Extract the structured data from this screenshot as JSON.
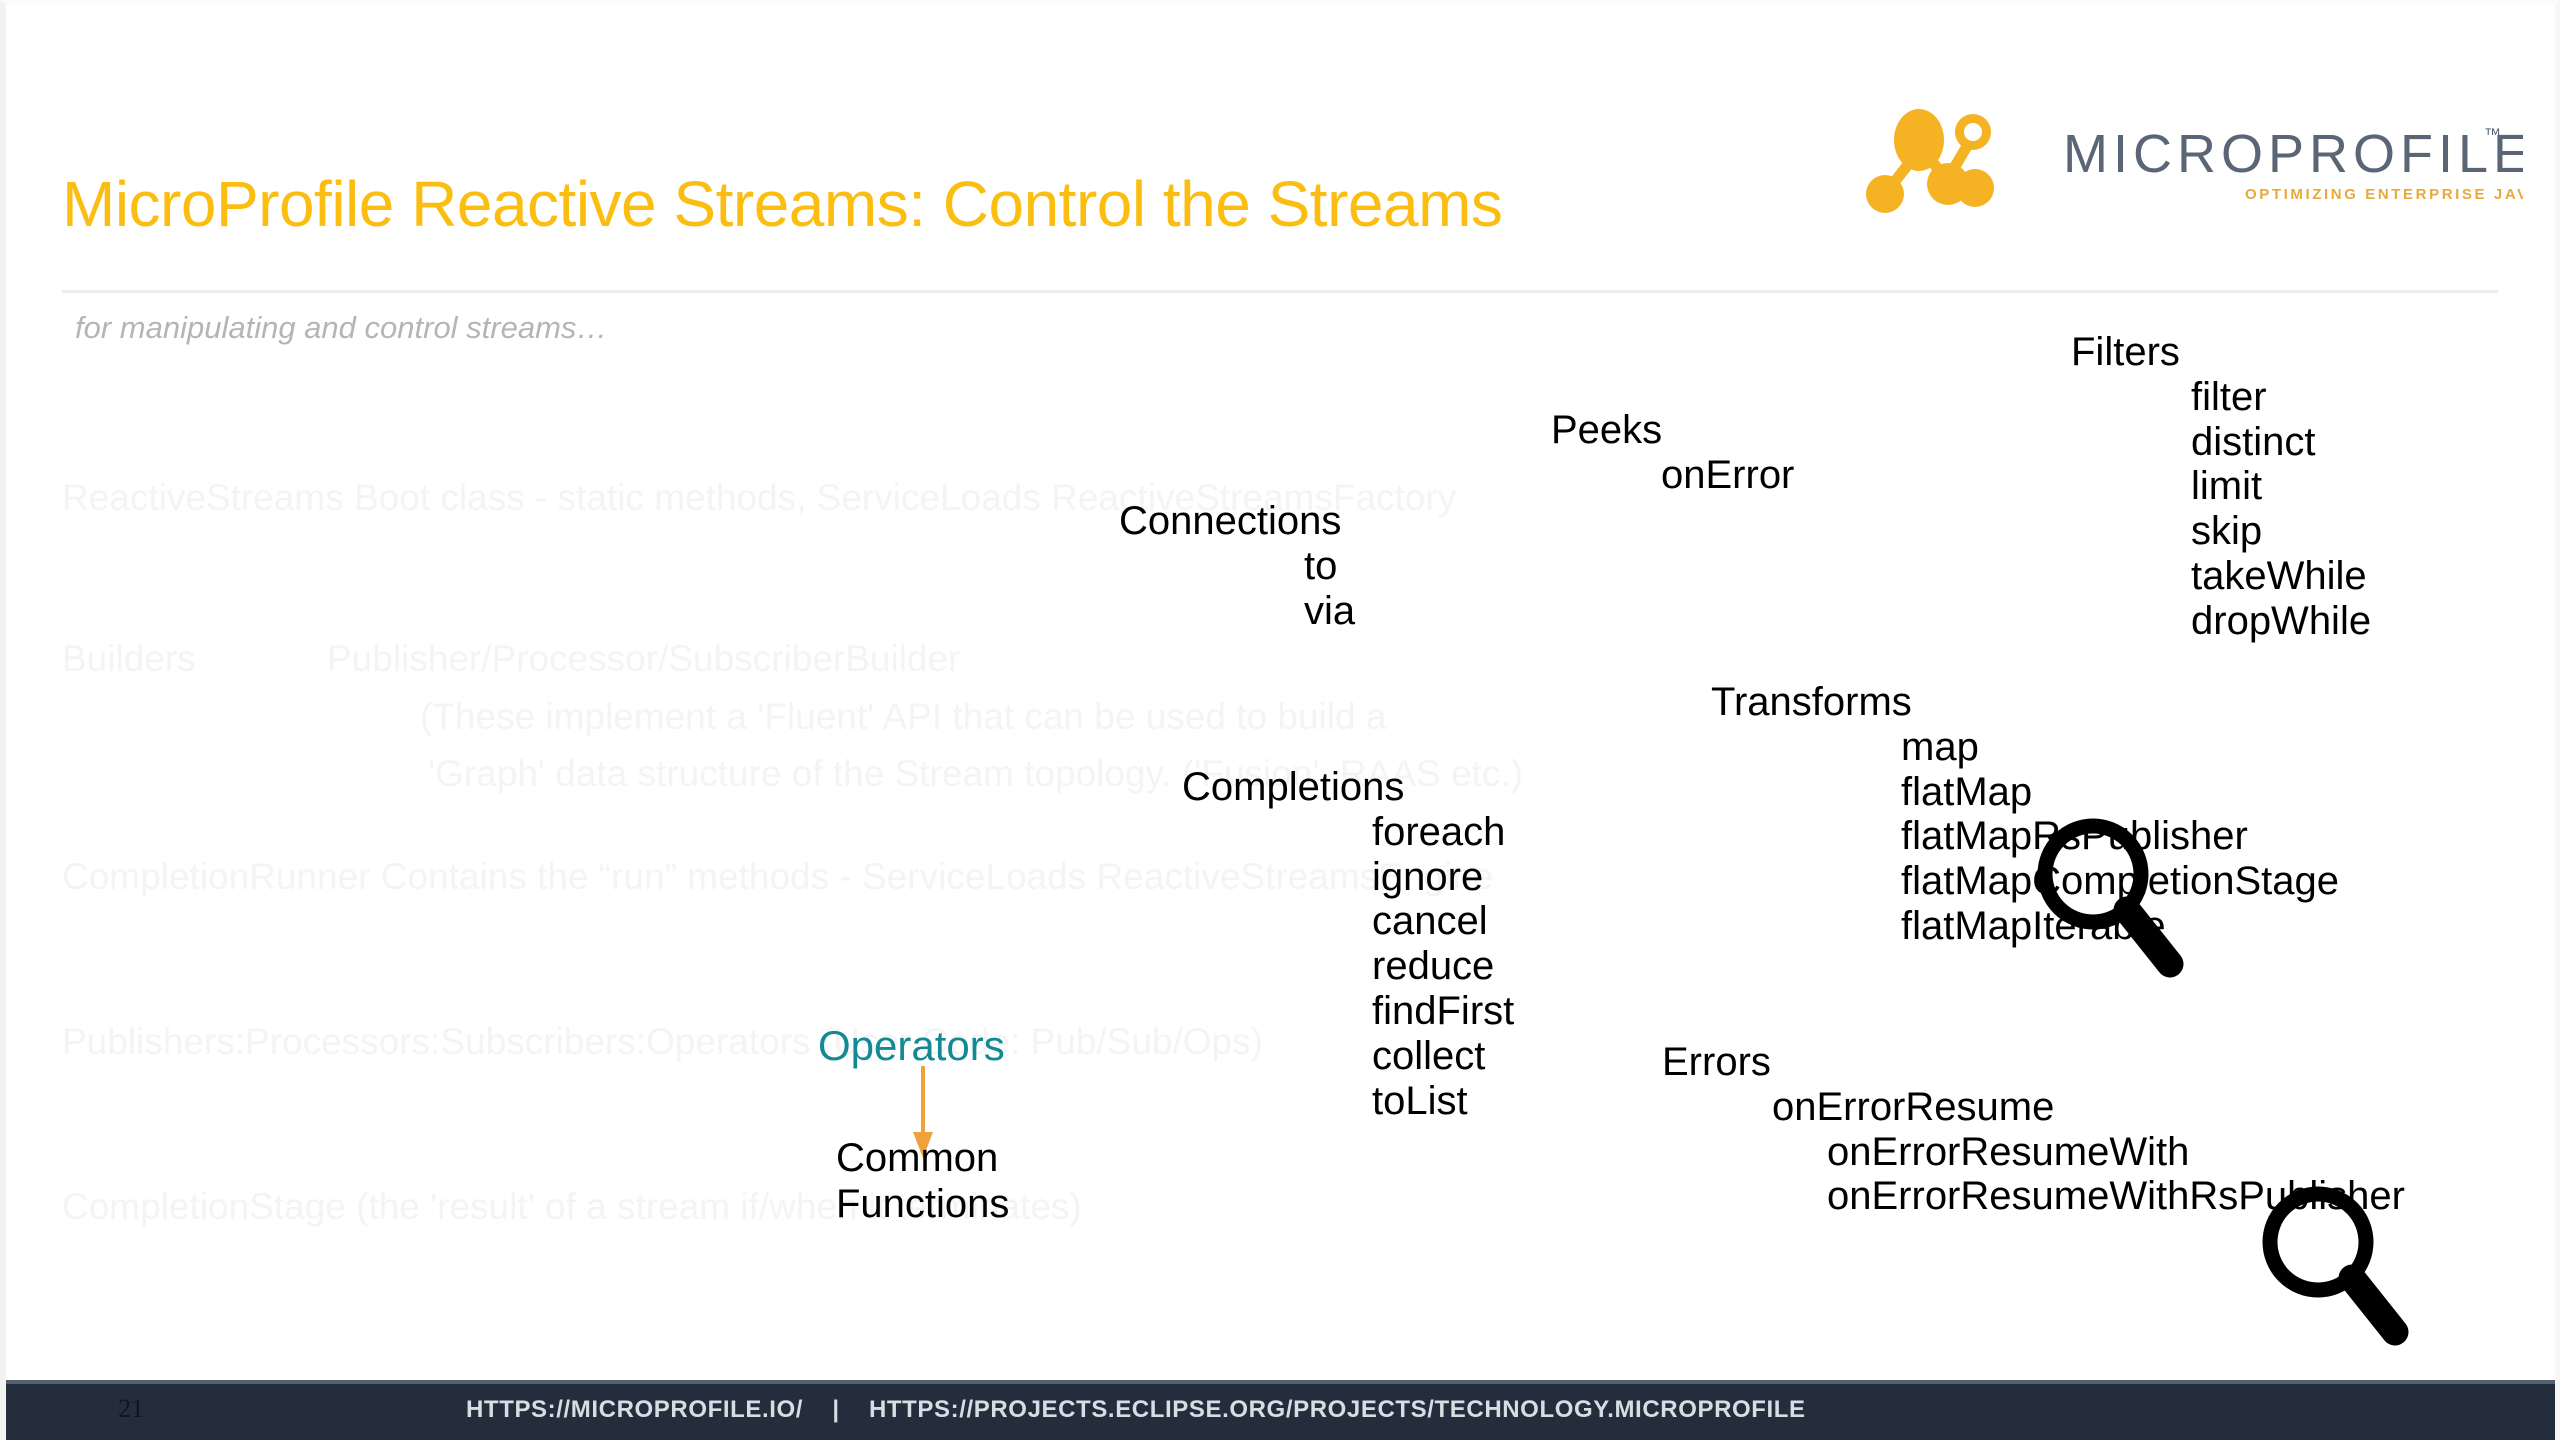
{
  "slide": {
    "title": "MicroProfile Reactive Streams: Control the Streams",
    "subtitle": "for manipulating and control streams…",
    "accent_color": "#FBBE10",
    "teal_color": "#118a94",
    "ghost_color": "#f4f4f4",
    "footer_color": "#232d3c"
  },
  "logo": {
    "wordmark": "MICROPROFILE",
    "trademark": "™",
    "tagline": "OPTIMIZING ENTERPRISE JAVA",
    "mark_color": "#F5B324",
    "wordmark_color": "#5a6676"
  },
  "background_notes": [
    {
      "text": "ReactiveStreams  Boot class - static methods, ServiceLoads ReactiveStreamsFactory"
    },
    {
      "label": "Builders",
      "text": "Publisher/Processor/SubscriberBuilder"
    },
    {
      "text": "(These implement a 'Fluent' API that can be used to build a",
      "bold_part": "'Fluent'"
    },
    {
      "text": "'Graph' data structure of the Stream topology. ('Fusion', RAAS etc.)"
    },
    {
      "text": "CompletionRunner Contains the “run” methods - ServiceLoads ReactiveStreamsEngine"
    },
    {
      "text": "Publishers:Processors:Subscribers:Operators  (User Code: Pub/Sub/Ops)"
    },
    {
      "text": "CompletionStage  (the 'result' of a stream if/when it terminates)"
    }
  ],
  "groups": {
    "peeks": {
      "heading": "Peeks",
      "items": [
        "onError"
      ]
    },
    "connections": {
      "heading": "Connections",
      "items": [
        "to",
        "via"
      ]
    },
    "filters": {
      "heading": "Filters",
      "items": [
        "filter",
        "distinct",
        "limit",
        "skip",
        "takeWhile",
        "dropWhile"
      ]
    },
    "transforms": {
      "heading": "Transforms",
      "items": [
        "map",
        "flatMap",
        "flatMapRsPublisher",
        "flatMapCompletionStage",
        "flatMapIterable"
      ]
    },
    "completions": {
      "heading": "Completions",
      "items": [
        "foreach",
        "ignore",
        "cancel",
        "reduce",
        "findFirst",
        "collect",
        "toList"
      ]
    },
    "errors": {
      "heading": "Errors",
      "items": [
        "onErrorResume",
        "onErrorResumeWith",
        "onErrorResumeWithRsPublisher"
      ]
    }
  },
  "callout": {
    "source_label": "Operators",
    "target_line1": "Common",
    "target_line2": "Functions",
    "arrow_color": "#F0A13C"
  },
  "footer": {
    "page_number": "21",
    "link_primary": "HTTPS://MICROPROFILE.IO/",
    "separator": "|",
    "link_secondary": "HTTPS://PROJECTS.ECLIPSE.ORG/PROJECTS/TECHNOLOGY.MICROPROFILE"
  }
}
